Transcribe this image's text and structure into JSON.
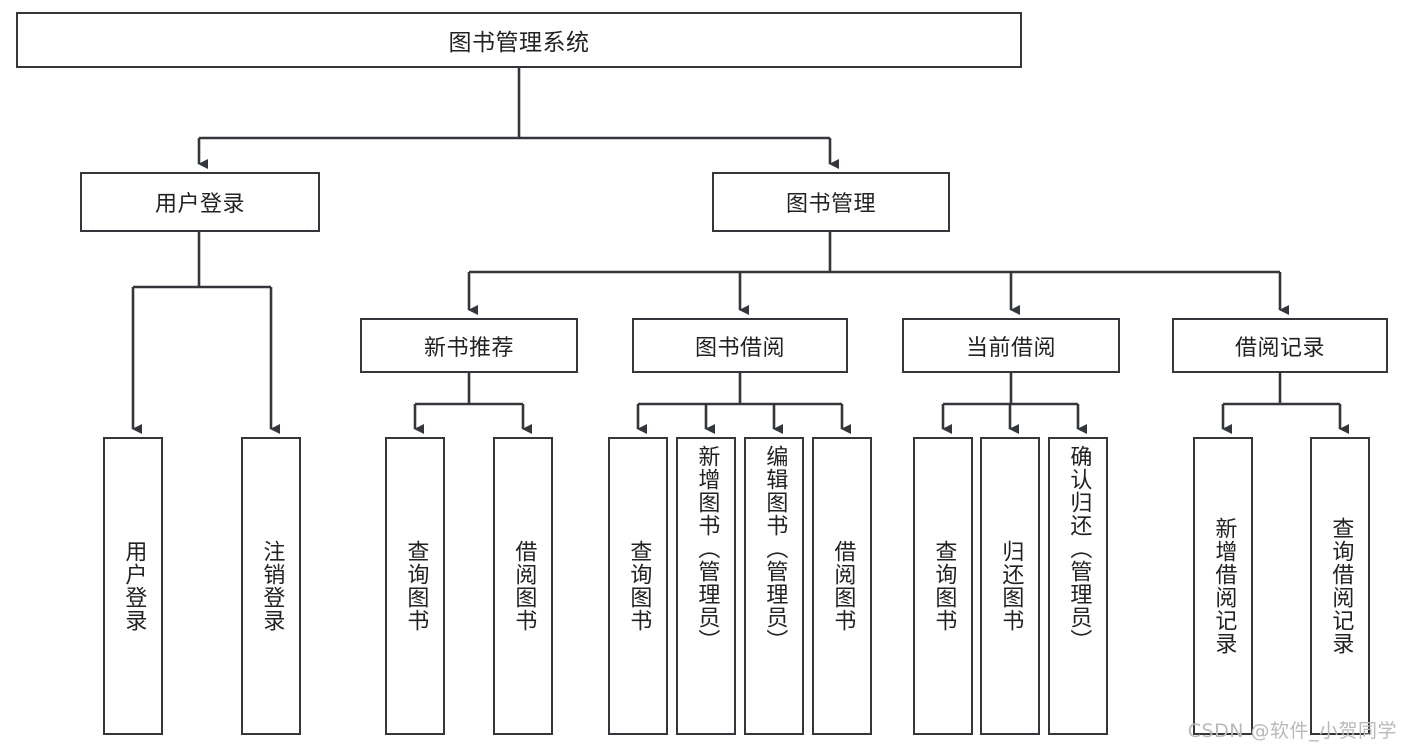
{
  "diagram": {
    "title": "图书管理系统",
    "type": "tree-hierarchy-chart",
    "root": {
      "label": "图书管理系统"
    },
    "level2": [
      {
        "label": "用户登录"
      },
      {
        "label": "图书管理"
      }
    ],
    "level3": [
      {
        "label": "新书推荐"
      },
      {
        "label": "图书借阅"
      },
      {
        "label": "当前借阅"
      },
      {
        "label": "借阅记录"
      }
    ],
    "leaves": {
      "user_login": [
        {
          "label": "用户登录"
        },
        {
          "label": "注销登录"
        }
      ],
      "new_book_recommend": [
        {
          "label": "查询图书"
        },
        {
          "label": "借阅图书"
        }
      ],
      "book_borrow": [
        {
          "label": "查询图书"
        },
        {
          "label": "新增图书（管理员）"
        },
        {
          "label": "编辑图书（管理员）"
        },
        {
          "label": "借阅图书"
        }
      ],
      "current_borrow": [
        {
          "label": "查询图书"
        },
        {
          "label": "归还图书"
        },
        {
          "label": "确认归还（管理员）"
        }
      ],
      "borrow_record": [
        {
          "label": "新增借阅记录"
        },
        {
          "label": "查询借阅记录"
        }
      ]
    }
  },
  "watermark": {
    "text": "CSDN @软件_小贺同学"
  },
  "colors": {
    "stroke": "#33373b",
    "text": "#222222",
    "background": "#ffffff",
    "watermark": "#b9b9b9"
  }
}
